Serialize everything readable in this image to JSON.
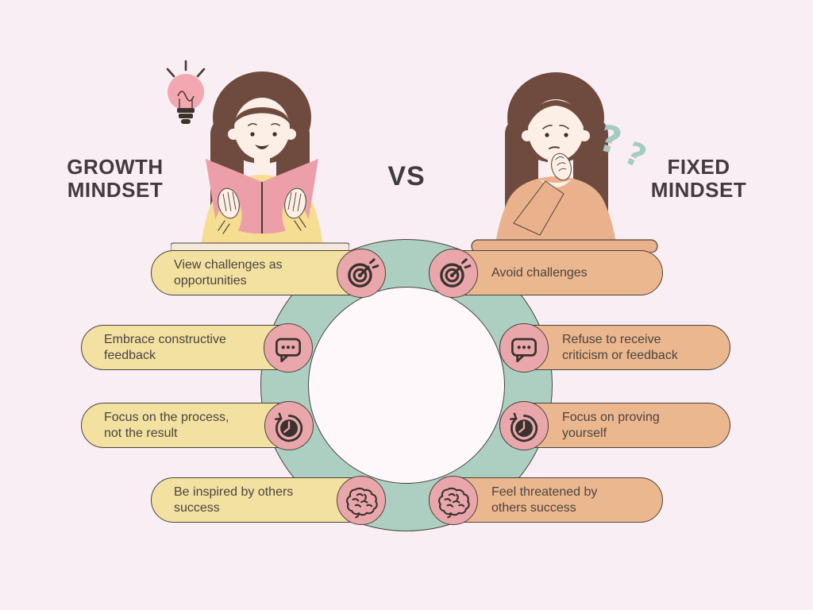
{
  "header": {
    "growth_title_line1": "GROWTH",
    "growth_title_line2": "MINDSET",
    "vs_label": "VS",
    "fixed_title_line1": "FIXED",
    "fixed_title_line2": "MINDSET"
  },
  "growth": {
    "items": [
      {
        "line1": "View challenges as",
        "line2": "opportunities",
        "icon": "target-icon"
      },
      {
        "line1": "Embrace constructive",
        "line2": "feedback",
        "icon": "chat-bubble-icon"
      },
      {
        "line1": "Focus on the process,",
        "line2": "not the result",
        "icon": "timer-icon"
      },
      {
        "line1": "Be inspired by others",
        "line2": "success",
        "icon": "brain-icon"
      }
    ]
  },
  "fixed": {
    "items": [
      {
        "line1": "Avoid challenges",
        "line2": "",
        "icon": "target-icon"
      },
      {
        "line1": "Refuse to receive",
        "line2": "criticism or feedback",
        "icon": "chat-bubble-icon"
      },
      {
        "line1": "Focus on proving",
        "line2": "yourself",
        "icon": "timer-icon"
      },
      {
        "line1": "Feel threatened by",
        "line2": "others success",
        "icon": "brain-icon"
      }
    ]
  },
  "decorations": {
    "question_mark_1": "?",
    "question_mark_2": "?"
  },
  "colors": {
    "background": "#f9eef4",
    "growth_pill": "#f2e1a1",
    "fixed_pill": "#ebb78f",
    "icon_circle": "#eaa7ab",
    "ring": "#accfc2",
    "ring_center": "#fef8fb",
    "outline": "#4a433d",
    "title_text": "#413b41",
    "pill_text": "#4c443e",
    "hair": "#6f4b3f",
    "skin": "#fcefe6",
    "growth_sweater": "#f5dd92",
    "fixed_sweater": "#e9b18c",
    "book": "#ec9fa9",
    "question_marks": "#a6ccc1",
    "lightbulb": "#f2a7b1"
  }
}
